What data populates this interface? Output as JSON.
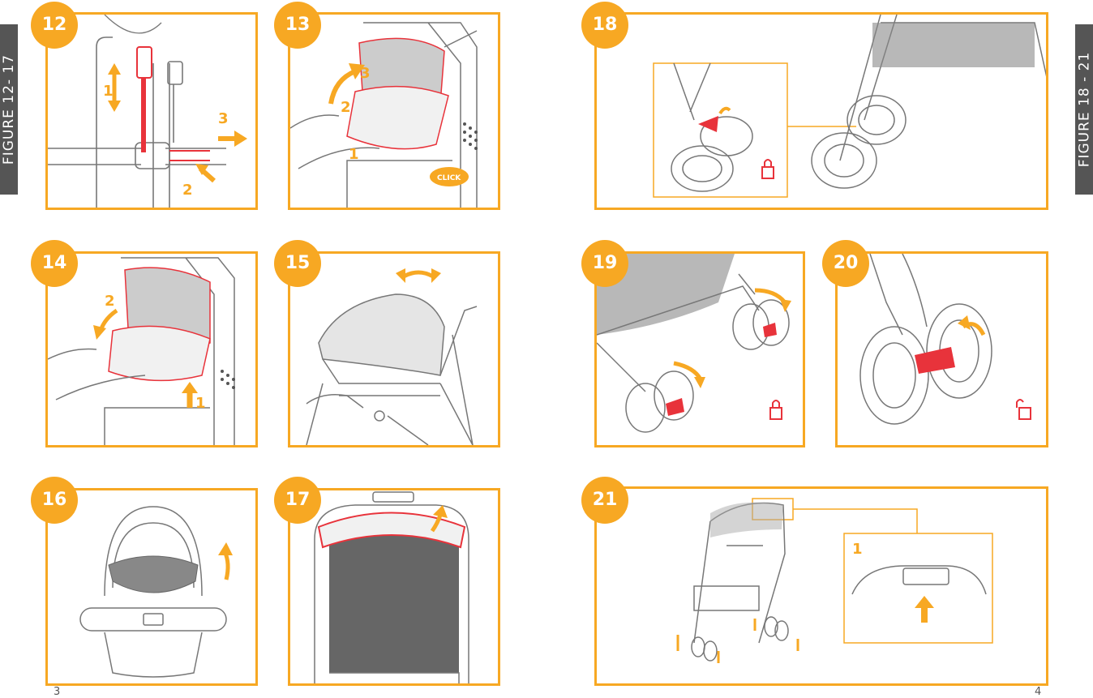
{
  "side_labels": {
    "left": "FIGURE 12- 17",
    "right": "FIGURE 18 - 21"
  },
  "page_numbers": {
    "left": "3",
    "right": "4"
  },
  "figures": [
    {
      "num": "12",
      "steps": [
        "1",
        "2",
        "3"
      ]
    },
    {
      "num": "13",
      "steps": [
        "1",
        "2",
        "3"
      ],
      "badge": "CLICK"
    },
    {
      "num": "14",
      "steps": [
        "1",
        "2"
      ]
    },
    {
      "num": "15"
    },
    {
      "num": "16"
    },
    {
      "num": "17"
    },
    {
      "num": "18"
    },
    {
      "num": "19"
    },
    {
      "num": "20"
    },
    {
      "num": "21",
      "steps": [
        "1"
      ]
    }
  ],
  "colors": {
    "accent": "#f7a823",
    "highlight": "#e8333b",
    "label_bg": "#555555"
  },
  "icons": {
    "lock": "lock-closed-icon",
    "unlock": "lock-open-icon"
  }
}
